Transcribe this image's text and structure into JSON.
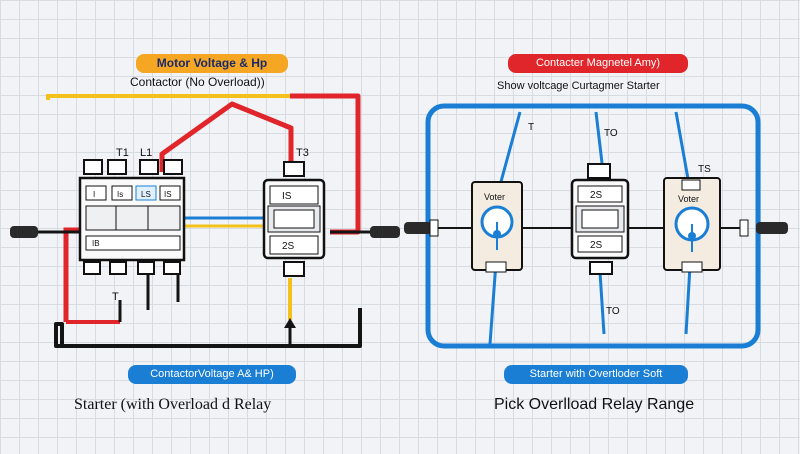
{
  "left": {
    "pill_top": "Motor Voltage & Hp",
    "subtitle": "Contactor (No Overload))",
    "pill_bottom": "ContactorVoltage A& HP)",
    "caption": "Starter (with Overload d Relay",
    "label_t1": "T1",
    "label_l1": "L1",
    "label_t3": "T3",
    "label_t": "T",
    "block_labels": [
      "I",
      "Is",
      "LS",
      "IS",
      "IB"
    ],
    "relay_top": "IS",
    "relay_bottom": "2S"
  },
  "right": {
    "pill_top": "Contacter Magnetel Amy)",
    "subtitle": "Show voltcage Curtagmer Starter",
    "pill_bottom": "Starter with Overtloder Soft",
    "caption": "Pick Overlload Relay Range",
    "label_t": "T",
    "label_to_top": "TO",
    "label_ts": "TS",
    "label_to_bottom": "TO",
    "gauge_label": "Voter",
    "relay_top": "2S",
    "relay_bottom": "2S"
  },
  "colors": {
    "red": "#e0262b",
    "yellow": "#f2c21b",
    "blue": "#1a7fd4",
    "black": "#141414",
    "orange_pill": "#f5a623"
  }
}
